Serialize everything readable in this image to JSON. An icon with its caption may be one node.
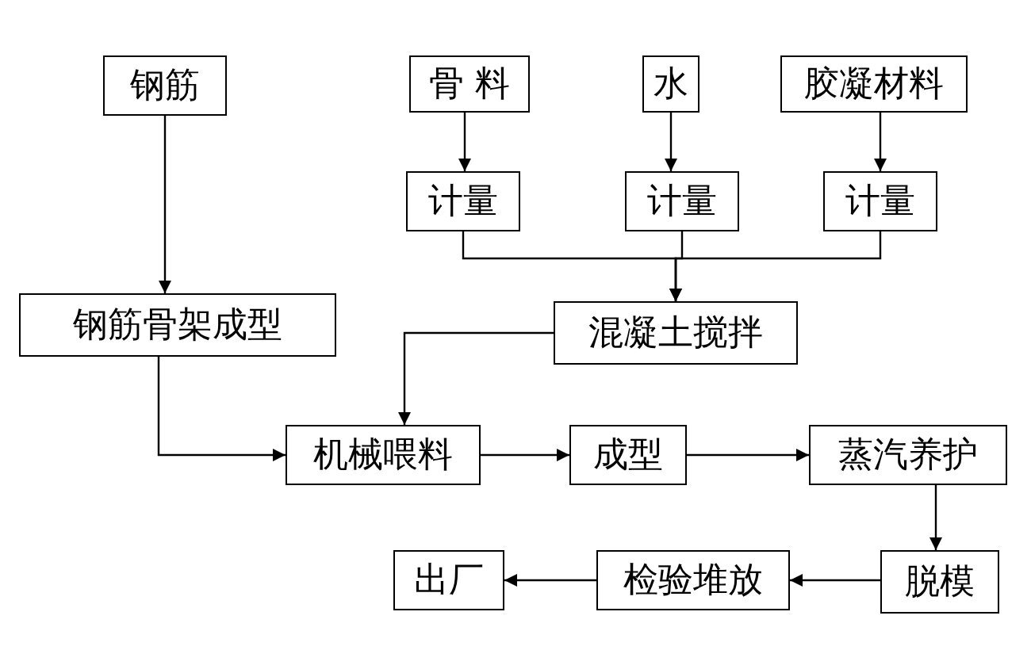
{
  "diagram": {
    "nodes": [
      {
        "text": [
          "钢筋"
        ]
      },
      {
        "text": [
          "骨 料"
        ]
      },
      {
        "text": [
          "水"
        ]
      },
      {
        "text": [
          "胶凝材料"
        ]
      },
      {
        "text": [
          "计量"
        ]
      },
      {
        "text": [
          "计量"
        ]
      },
      {
        "text": [
          "计量"
        ]
      },
      {
        "text": [
          "钢筋骨架成型"
        ]
      },
      {
        "text": [
          "混凝土搅拌"
        ]
      },
      {
        "text": [
          "机械喂料"
        ]
      },
      {
        "text": [
          "成型"
        ]
      },
      {
        "text": [
          "蒸汽养护"
        ]
      },
      {
        "text": [
          "脱模"
        ]
      },
      {
        "text": [
          "检验堆放"
        ]
      },
      {
        "text": [
          "出厂"
        ]
      }
    ],
    "edges": [
      {
        "from": 0,
        "to": 7,
        "arrow": "to"
      },
      {
        "from": 1,
        "to": 4,
        "arrow": "to"
      },
      {
        "from": 2,
        "to": 5,
        "arrow": "to"
      },
      {
        "from": 3,
        "to": 6,
        "arrow": "to"
      },
      {
        "from": 4,
        "to": 8,
        "arrow": "to"
      },
      {
        "from": 5,
        "to": 8,
        "arrow": "to"
      },
      {
        "from": 6,
        "to": 8,
        "arrow": "to"
      },
      {
        "from": 8,
        "to": 9,
        "arrow": "to"
      },
      {
        "from": 7,
        "to": 9,
        "arrow": "to"
      },
      {
        "from": 9,
        "to": 10,
        "arrow": "to"
      },
      {
        "from": 10,
        "to": 11,
        "arrow": "to"
      },
      {
        "from": 11,
        "to": 12,
        "arrow": "to"
      },
      {
        "from": 12,
        "to": 13,
        "arrow": "to"
      },
      {
        "from": 13,
        "to": 14,
        "arrow": "to"
      }
    ]
  }
}
